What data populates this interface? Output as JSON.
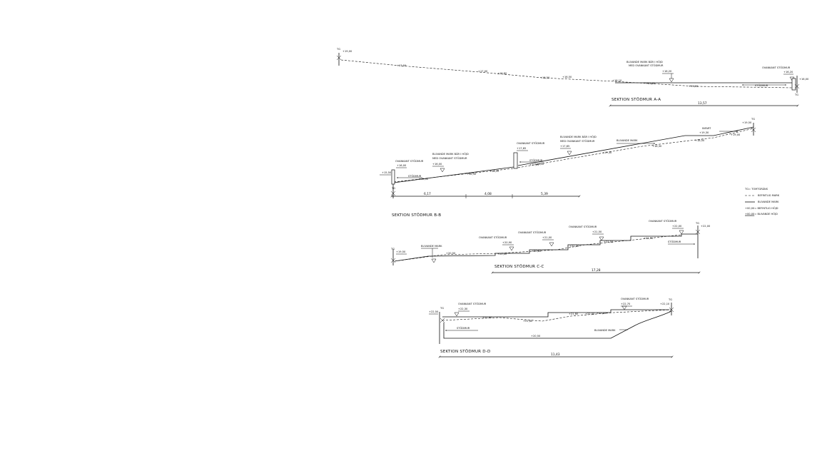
{
  "section_aa": {
    "title": "SEKTION STÖDMUR A-A",
    "tg_left": "TG",
    "tg_left_level": "+19,00",
    "note_line1": "BLIVANDE MARK BÄR I HÖJD",
    "note_line2": "MED OVANKANT STÖDMUR",
    "note_level": "+16,20",
    "wall_label": "OVANKANT STÖDMUR",
    "wall_level": "+16,20",
    "tg_right": "TG",
    "tg_right_level": "+16,00",
    "stodmur": "STÖDMUR",
    "ground_levels": [
      "+17,50",
      "+17,00",
      "+16,80",
      "+16,50",
      "+16,50",
      "+16,10",
      "+15,60",
      "+15,65"
    ],
    "dimension": "13,57"
  },
  "section_bb": {
    "title": "SEKTION STÖDMUR B-B",
    "wall1_label": "OVANKANT STÖDMUR",
    "wall1_level": "+16,00",
    "note1_line1": "BLIVANDE MARK BÄR I HÖJD",
    "note1_line2": "MED OVANKANT STÖDMUR",
    "note1_level": "+16,00",
    "wall2_label": "OVANKANT STÖDMUR",
    "wall2_level": "+17,65",
    "stodmur2": "STÖDMUR",
    "stodmur2_level": "+17,25",
    "note2_line1": "BLIVANDE MARK BÄR I HÖJD",
    "note2_line2": "MED OVANKANT STÖDMUR",
    "note2_level": "+17,65",
    "blivande_mark": "BLIVANDE MARK",
    "infart": "INFART",
    "infart_level": "+19,30",
    "tg_right": "TG",
    "tg_right_level": "+19,50",
    "tg_left": "TG",
    "left_level": "+15,50",
    "stodmur1": "STÖDMUR",
    "ground_levels": [
      "+15,90",
      "+16,30",
      "+16,50",
      "+16,90",
      "+17,30",
      "+18,30",
      "+18,50",
      "+19,00"
    ],
    "dimensions": [
      "6,17",
      "4,08",
      "5,39"
    ]
  },
  "section_cc": {
    "title": "SEKTION STÖDMUR C-C",
    "tg_left": "TG",
    "tg_left_level": "+19,50",
    "blivande_mark": "BLIVANDE MARK",
    "level_a": "+20,50",
    "wall1_label": "OVANKANT STÖDMUR",
    "wall1_level": "+20,90",
    "wall2_label": "OVANKANT STÖDMUR",
    "wall2_level": "+21,00",
    "wall3_label": "OVANKANT STÖDMUR",
    "wall3_level": "+21,50",
    "wall4_label": "OVANKANT STÖDMUR",
    "wall4_level": "+22,00",
    "tg_right": "TG",
    "tg_right_level": "+22,00",
    "stodmur": "STÖDMUR",
    "ground_levels": [
      "+20,40",
      "+20,80",
      "+21,20",
      "+21,50",
      "+21,90"
    ],
    "dimension": "17,28"
  },
  "section_dd": {
    "title": "SEKTION STÖDMUR D-D",
    "tg_left": "TG",
    "left_level": "+22,50",
    "wall1_label": "OVANKANT STÖDMUR",
    "wall1_level": "+22,30",
    "wall2_label": "OVANKANT STÖDMUR",
    "wall2_level": "+22,70",
    "tg_right": "TG",
    "tg_right_level": "+22,10",
    "stodmur": "STÖDMUR",
    "blivande_mark": "BLIVANDE MARK",
    "bottom_level": "+20,50",
    "ground_levels": [
      "+21,80",
      "+21,60",
      "+21,80",
      "+22,00",
      "+22,10"
    ],
    "dimension": "11,43"
  },
  "legend": {
    "tg": "TG= TOMTGRÄNS",
    "befintlig": "BEFINTLIG MARK",
    "blivande": "BLIVANDE MARK",
    "hojd_bef_value": "+00,00",
    "hojd_bef": "= BEFINTLIG HÖJD",
    "hojd_bliv_value": "+00,00",
    "hojd_bliv": "= BLIVANDE HÖJD"
  }
}
